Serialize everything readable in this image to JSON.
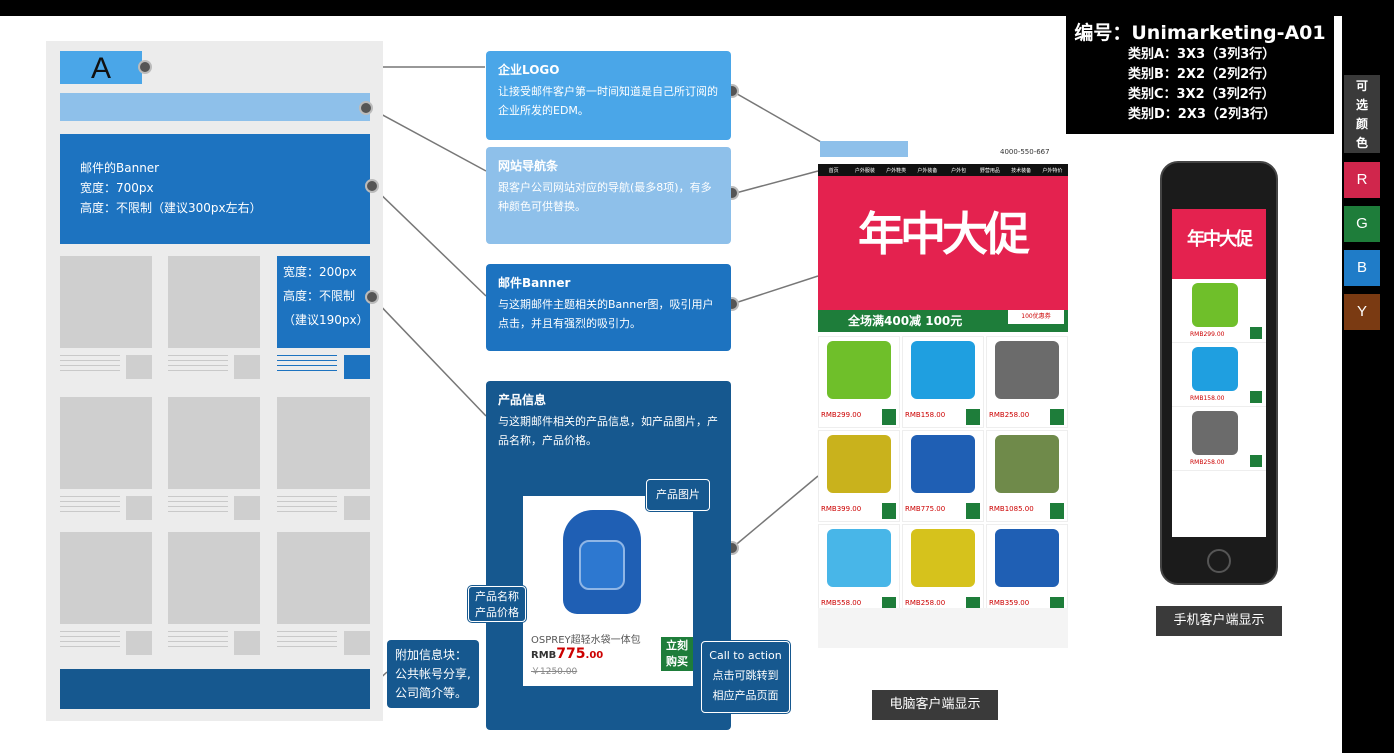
{
  "code": {
    "title": "编号：Unimarketing-A01",
    "lines": [
      "类别A：3X3（3列3行）",
      "类别B：2X2（2列2行）",
      "类别C：3X2（3列2行）",
      "类别D：2X3（2列3行）"
    ]
  },
  "colors": {
    "label": "可选颜色",
    "options": [
      {
        "letter": "R",
        "hex": "#d0264c"
      },
      {
        "letter": "G",
        "hex": "#1e7d3a"
      },
      {
        "letter": "B",
        "hex": "#1f7cc8"
      },
      {
        "letter": "Y",
        "hex": "#7a3a12"
      }
    ]
  },
  "wireframe": {
    "logo_letter": "A",
    "banner_lines": [
      "邮件的Banner",
      "宽度：700px",
      "高度：不限制（建议300px左右）"
    ],
    "spec_lines": [
      "宽度：200px",
      "高度：不限制",
      "（建议190px）"
    ]
  },
  "callouts": {
    "logo": {
      "title": "企业LOGO",
      "body": "让接受邮件客户第一时间知道是自己所订阅的企业所发的EDM。"
    },
    "nav": {
      "title": "网站导航条",
      "body": "跟客户公司网站对应的导航(最多8项)，有多种颜色可供替换。"
    },
    "banner": {
      "title": "邮件Banner",
      "body": "与这期邮件主题相关的Banner图，吸引用户点击，并且有强烈的吸引力。"
    },
    "product": {
      "title": "产品信息",
      "body": "与这期邮件相关的产品信息，如产品图片，产品名称，产品价格。"
    }
  },
  "info_note": [
    "附加信息块：",
    "公共帐号分享,",
    "公司简介等。"
  ],
  "product_card": {
    "image_tag": "产品图片",
    "name_tag": [
      "产品名称",
      "产品价格"
    ],
    "name": "OSPREY超轻水袋一体包",
    "currency": "RMB",
    "price": "775",
    "price_cents": ".00",
    "old_price": "￥1250.00",
    "buy": [
      "立刻",
      "购买"
    ],
    "cta_tag": [
      "Call to action",
      "点击可跳转到",
      "相应产品页面"
    ]
  },
  "desktop": {
    "phone_number": "4000-550-667",
    "nav": [
      "首页",
      "户外服装",
      "户外鞋类",
      "户外装备",
      "户外包",
      "野营用品",
      "技术装备",
      "户外特价"
    ],
    "banner_text": "年中大促",
    "banner_stripe": "全场满400减 100元",
    "coupon": "100优惠券",
    "label": "电脑客户端显示",
    "products": [
      {
        "color": "#6fbf2a",
        "price": "RMB299.00"
      },
      {
        "color": "#1f9fe0",
        "price": "RMB158.00"
      },
      {
        "color": "#6b6b6b",
        "price": "RMB258.00"
      },
      {
        "color": "#c9b21c",
        "price": "RMB399.00"
      },
      {
        "color": "#1f5fb4",
        "price": "RMB775.00"
      },
      {
        "color": "#6f8a4a",
        "price": "RMB1085.00"
      },
      {
        "color": "#48b6e8",
        "price": "RMB558.00"
      },
      {
        "color": "#d6c21c",
        "price": "RMB258.00"
      },
      {
        "color": "#1f5fb4",
        "price": "RMB359.00"
      }
    ]
  },
  "mobile": {
    "banner_text": "年中大促",
    "label": "手机客户端显示",
    "products": [
      {
        "color": "#6fbf2a",
        "price": "RMB299.00"
      },
      {
        "color": "#1f9fe0",
        "price": "RMB158.00"
      },
      {
        "color": "#6b6b6b",
        "price": "RMB258.00"
      }
    ]
  }
}
